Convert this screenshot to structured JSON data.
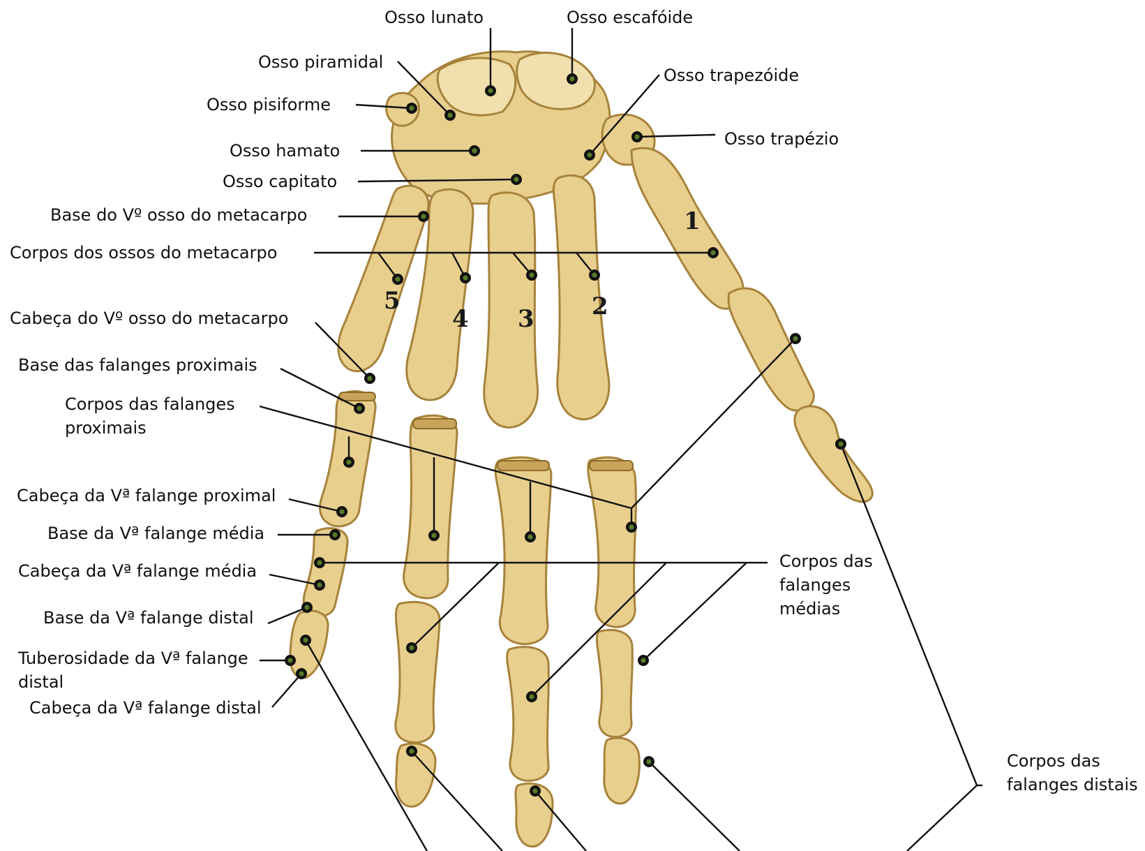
{
  "labels": {
    "lunate": "Osso lunato",
    "scaphoid": "Osso escafóide",
    "triquetrum": "Osso piramidal",
    "trapezoid": "Osso trapezóide",
    "pisiform": "Osso pisiforme",
    "trapezium": "Osso trapézio",
    "hamate": "Osso hamato",
    "capitate": "Osso capitato",
    "base_v_metacarpal": "Base do Vº osso do metacarpo",
    "metacarpal_bodies": "Corpos dos ossos do metacarpo",
    "head_v_metacarpal": "Cabeça do Vº osso do metacarpo",
    "base_proximal_phalanges": "Base das falanges proximais",
    "proximal_bodies_line1": "Corpos das falanges",
    "proximal_bodies_line2": "proximais",
    "head_v_proximal": "Cabeça da Vª falange proximal",
    "base_v_middle": "Base da Vª falange média",
    "head_v_middle": "Cabeça da Vª falange média",
    "base_v_distal": "Base da Vª falange distal",
    "tuberosity_line1": "Tuberosidade da Vª falange",
    "tuberosity_line2": "distal",
    "head_v_distal": "Cabeça da Vª falange distal",
    "middle_bodies_line1": "Corpos das",
    "middle_bodies_line2": "falanges",
    "middle_bodies_line3": "médias",
    "distal_bodies_line1": "Corpos das",
    "distal_bodies_line2": "falanges distais"
  },
  "digits": [
    "1",
    "2",
    "3",
    "4",
    "5"
  ],
  "colors": {
    "bone": "#e8cf8e",
    "outline": "#a7823a",
    "leader": "#111111",
    "marker": "#5a7a2a"
  }
}
